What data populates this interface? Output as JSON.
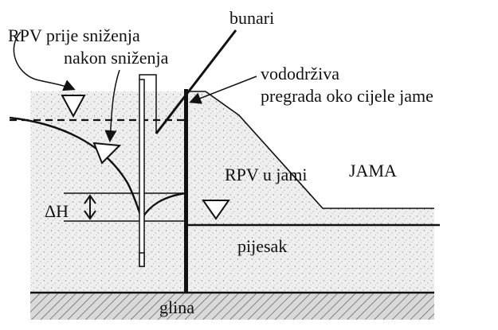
{
  "labels": {
    "wells": "bunari",
    "gwl_before_line1": "RPV prije sniženja",
    "gwl_after_line2": "nakon sniženja",
    "barrier_line1": "vododrživa",
    "barrier_line2": "pregrada oko cijele jame",
    "gwl_in_pit": "RPV u jami",
    "pit": "JAMA",
    "delta_h": "ΔH",
    "sand": "pijesak",
    "clay": "glina"
  },
  "colors": {
    "soil_fill": "#efefef",
    "soil_speckle": "#8a8a8a",
    "clay_fill": "#d9d9d9",
    "line": "#111111"
  }
}
